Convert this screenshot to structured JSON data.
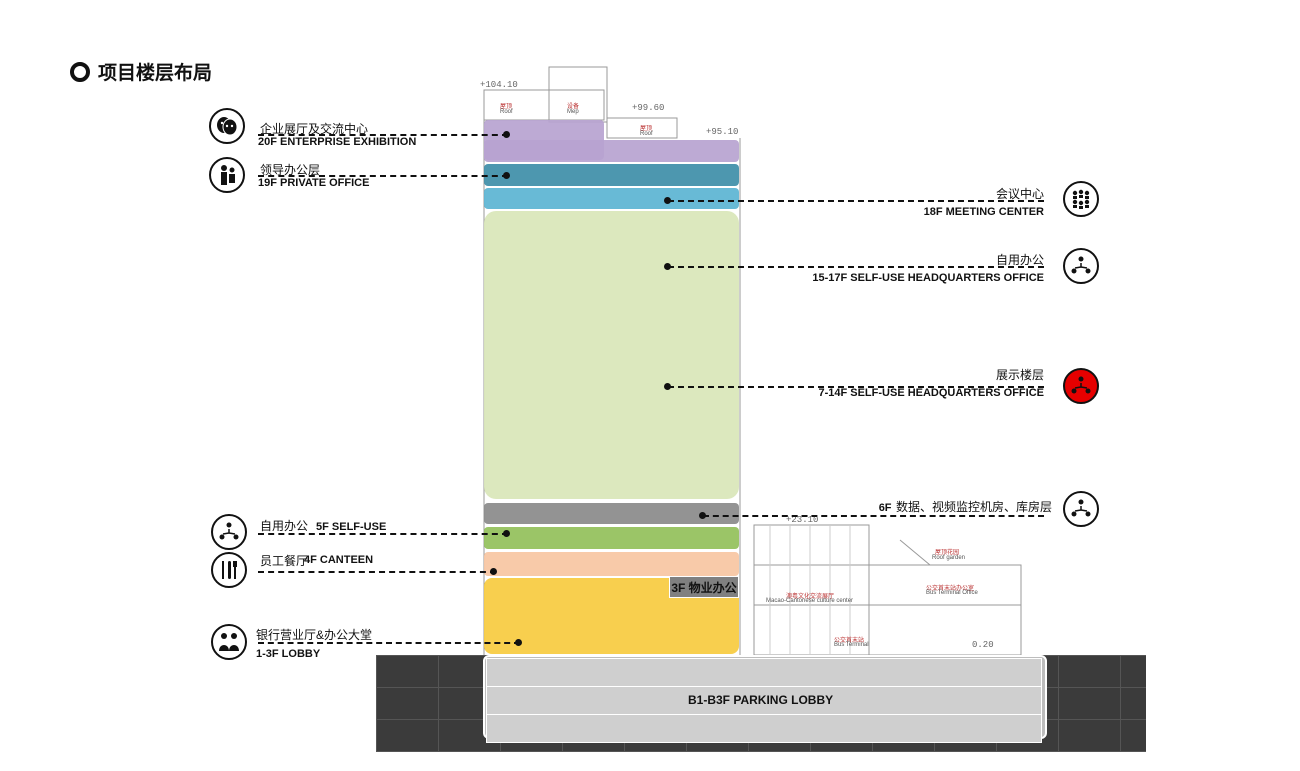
{
  "page": {
    "title": "项目楼层布局"
  },
  "elevations": {
    "e1": "+104.10",
    "e2": "+99.60",
    "e3": "+95.10",
    "e4": "+23.10",
    "e5": "0.20"
  },
  "drawing_notes": {
    "roof1": "屋顶",
    "roof1_en": "Roof",
    "equip": "设备",
    "equip_en": "Mep",
    "roof2": "屋顶",
    "roof2_en": "Roof",
    "roof_garden": "屋顶花园",
    "roof_garden_en": "Roof garden",
    "culture": "澳粤文化交流展厅",
    "culture_en": "Macao-Cantonese culture center",
    "bus_office": "公交首末站办公室",
    "bus_office_en": "Bus Terminal Office",
    "bus_terminal": "公交首末站",
    "bus_terminal_en": "Bus Terminal"
  },
  "floors": {
    "f20": {
      "cn": "企业展厅及交流中心",
      "en": "20F  ENTERPRISE EXHIBITION",
      "icon": "theater-masks-icon"
    },
    "f19": {
      "cn": "领导办公层",
      "en": "19F  PRIVATE OFFICE",
      "icon": "leader-presenting-icon"
    },
    "f18": {
      "cn": "会议中心",
      "en": "18F MEETING CENTER",
      "icon": "meeting-group-icon"
    },
    "f15": {
      "cn": "自用办公",
      "en": "15-17F SELF-USE HEADQUARTERS OFFICE",
      "icon": "team-network-icon"
    },
    "f7": {
      "cn": "展示楼层",
      "en": "7-14F SELF-USE HEADQUARTERS OFFICE",
      "icon": "team-network-icon-red"
    },
    "f6": {
      "en_prefix": "6F",
      "cn": "数据、视频监控机房、库房层",
      "icon": "team-network-icon"
    },
    "f5": {
      "cn": "自用办公",
      "en": "5F SELF-USE",
      "icon": "team-network-icon"
    },
    "f4": {
      "cn": "员工餐厅",
      "en": "4F  CANTEEN",
      "icon": "cutlery-icon"
    },
    "f3": {
      "tag": "3F 物业办公"
    },
    "f1": {
      "cn": "银行营业厅&办公大堂",
      "en": "1-3F  LOBBY",
      "icon": "reception-people-icon"
    },
    "b": {
      "en": "B1-B3F  PARKING LOBBY"
    }
  },
  "colors": {
    "f20": "#b7a3d0",
    "f19": "#3e8ea8",
    "f18": "#5bb4d2",
    "f7_17": "#d9e6b8",
    "f6": "#8a8a8a",
    "f5": "#93c05a",
    "f4": "#f7c6a2",
    "f1": "#f7cb3f",
    "parking": "#cfcfcf",
    "alert": "#e60000"
  }
}
